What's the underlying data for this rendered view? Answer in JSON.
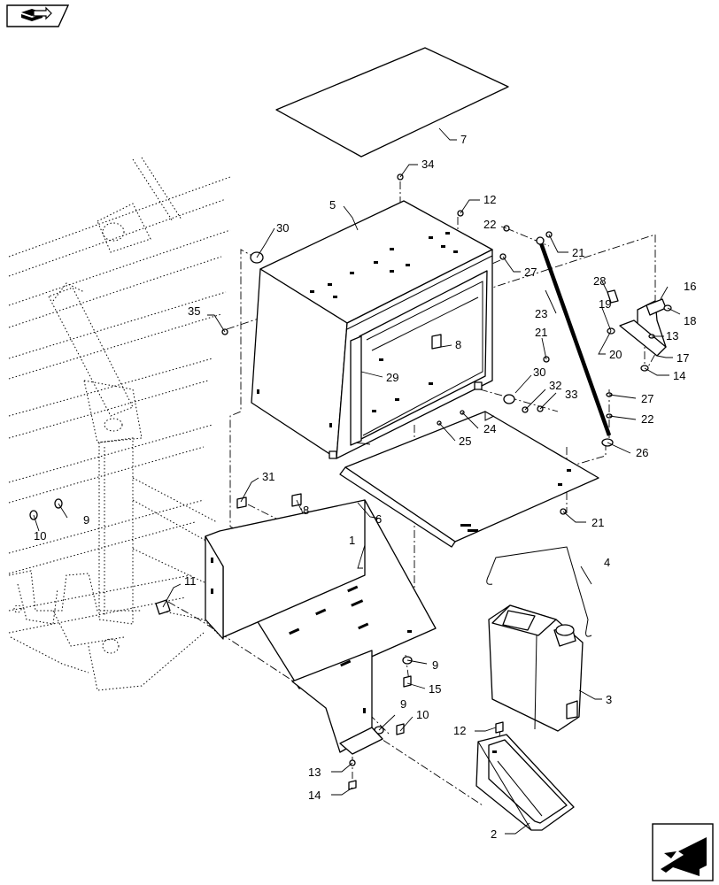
{
  "callouts": [
    {
      "id": "c7",
      "text": "7"
    },
    {
      "id": "c34",
      "text": "34"
    },
    {
      "id": "c12a",
      "text": "12"
    },
    {
      "id": "c5",
      "text": "5"
    },
    {
      "id": "c30a",
      "text": "30"
    },
    {
      "id": "c22a",
      "text": "22"
    },
    {
      "id": "c21a",
      "text": "21"
    },
    {
      "id": "c27a",
      "text": "27"
    },
    {
      "id": "c16",
      "text": "16"
    },
    {
      "id": "c28",
      "text": "28"
    },
    {
      "id": "c18",
      "text": "18"
    },
    {
      "id": "c35",
      "text": "35"
    },
    {
      "id": "c23",
      "text": "23"
    },
    {
      "id": "c19",
      "text": "19"
    },
    {
      "id": "c13a",
      "text": "13"
    },
    {
      "id": "c8a",
      "text": "8"
    },
    {
      "id": "c21b",
      "text": "21"
    },
    {
      "id": "c20",
      "text": "20"
    },
    {
      "id": "c17",
      "text": "17"
    },
    {
      "id": "c14a",
      "text": "14"
    },
    {
      "id": "c29",
      "text": "29"
    },
    {
      "id": "c30b",
      "text": "30"
    },
    {
      "id": "c32",
      "text": "32"
    },
    {
      "id": "c33",
      "text": "33"
    },
    {
      "id": "c27b",
      "text": "27"
    },
    {
      "id": "c24",
      "text": "24"
    },
    {
      "id": "c25",
      "text": "25"
    },
    {
      "id": "c22b",
      "text": "22"
    },
    {
      "id": "c26",
      "text": "26"
    },
    {
      "id": "c31",
      "text": "31"
    },
    {
      "id": "c8b",
      "text": "8"
    },
    {
      "id": "c9a",
      "text": "9"
    },
    {
      "id": "c10a",
      "text": "10"
    },
    {
      "id": "c6",
      "text": "6"
    },
    {
      "id": "c21c",
      "text": "21"
    },
    {
      "id": "c1",
      "text": "1"
    },
    {
      "id": "c4",
      "text": "4"
    },
    {
      "id": "c11",
      "text": "11"
    },
    {
      "id": "c9b",
      "text": "9"
    },
    {
      "id": "c15",
      "text": "15"
    },
    {
      "id": "c3",
      "text": "3"
    },
    {
      "id": "c9c",
      "text": "9"
    },
    {
      "id": "c10b",
      "text": "10"
    },
    {
      "id": "c12b",
      "text": "12"
    },
    {
      "id": "c13b",
      "text": "13"
    },
    {
      "id": "c14b",
      "text": "14"
    },
    {
      "id": "c2",
      "text": "2"
    }
  ],
  "icons": {
    "top_left": "book-arrow-icon",
    "bottom_right": "next-page-arrow-icon"
  }
}
